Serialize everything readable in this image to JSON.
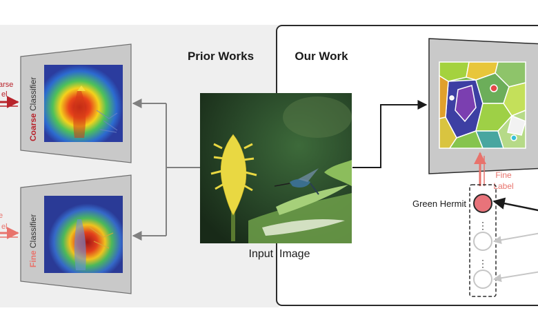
{
  "sections": {
    "prior_title": "Prior Works",
    "our_title": "Our Work"
  },
  "input_image_label": "Input  Image",
  "prior": {
    "coarse_classifier": {
      "word_colored": "Coarse",
      "word_plain": " Classifier",
      "side_label_line1": "arse",
      "side_label_line2": "el"
    },
    "fine_classifier": {
      "word_colored": "Fine",
      "word_plain": " Classifier",
      "side_label_line1": "e",
      "side_label_line2": "el"
    }
  },
  "ours": {
    "node_label": "Green Hermit",
    "fine_label_line1": "Fine",
    "fine_label_line2": "Label",
    "ellipsis": "⋮"
  },
  "colors": {
    "coarse_red": "#b8232b",
    "fine_salmon": "#e8736c",
    "node_fill": "#e8737a",
    "frame_gray": "#a6a6a6",
    "prior_panel_bg": "#efefef",
    "arrow_gray": "#808080"
  }
}
